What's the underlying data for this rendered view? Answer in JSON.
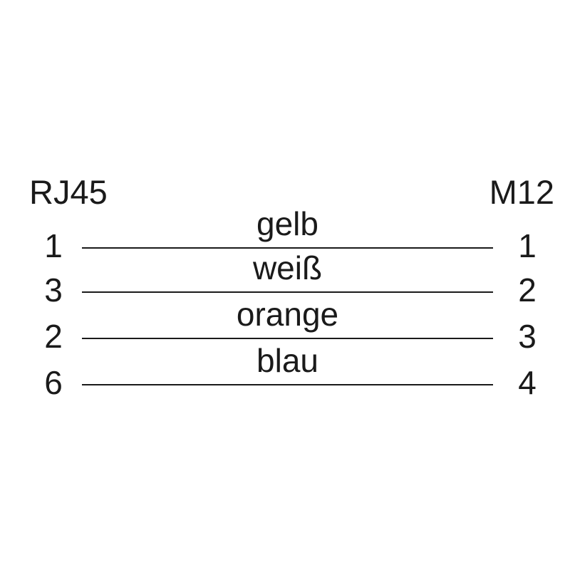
{
  "diagram": {
    "left_connector": "RJ45",
    "right_connector": "M12",
    "wires": [
      {
        "left_pin": "1",
        "color_label": "gelb",
        "right_pin": "1"
      },
      {
        "left_pin": "3",
        "color_label": "weiß",
        "right_pin": "2"
      },
      {
        "left_pin": "2",
        "color_label": "orange",
        "right_pin": "3"
      },
      {
        "left_pin": "6",
        "color_label": "blau",
        "right_pin": "4"
      }
    ],
    "colors": {
      "text": "#1a1a1a",
      "line": "#1a1a1a",
      "background": "#ffffff"
    }
  }
}
